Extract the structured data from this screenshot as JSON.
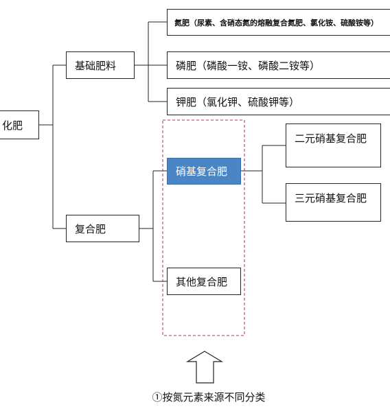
{
  "root": {
    "label": "化肥"
  },
  "basic": {
    "label": "基础肥料",
    "children": [
      "氮肥（尿素、含硝态氮的熔融复合氮肥、氯化铵、硫酸铵等）",
      "磷肥（磷酸一铵、磷酸二铵等）",
      "钾肥（氯化钾、硫酸钾等）"
    ]
  },
  "compound": {
    "label": "复合肥",
    "children": [
      "硝基复合肥",
      "其他复合肥"
    ],
    "nitro_children": [
      "二元硝基复合肥",
      "三元硝基复合肥"
    ]
  },
  "caption": "①按氮元素来源不同分类",
  "colors": {
    "selected": "#4a86c5",
    "dashed_outline": "#b03040",
    "line": "#222222"
  },
  "icons": {
    "arrow": "up-arrow-icon"
  }
}
